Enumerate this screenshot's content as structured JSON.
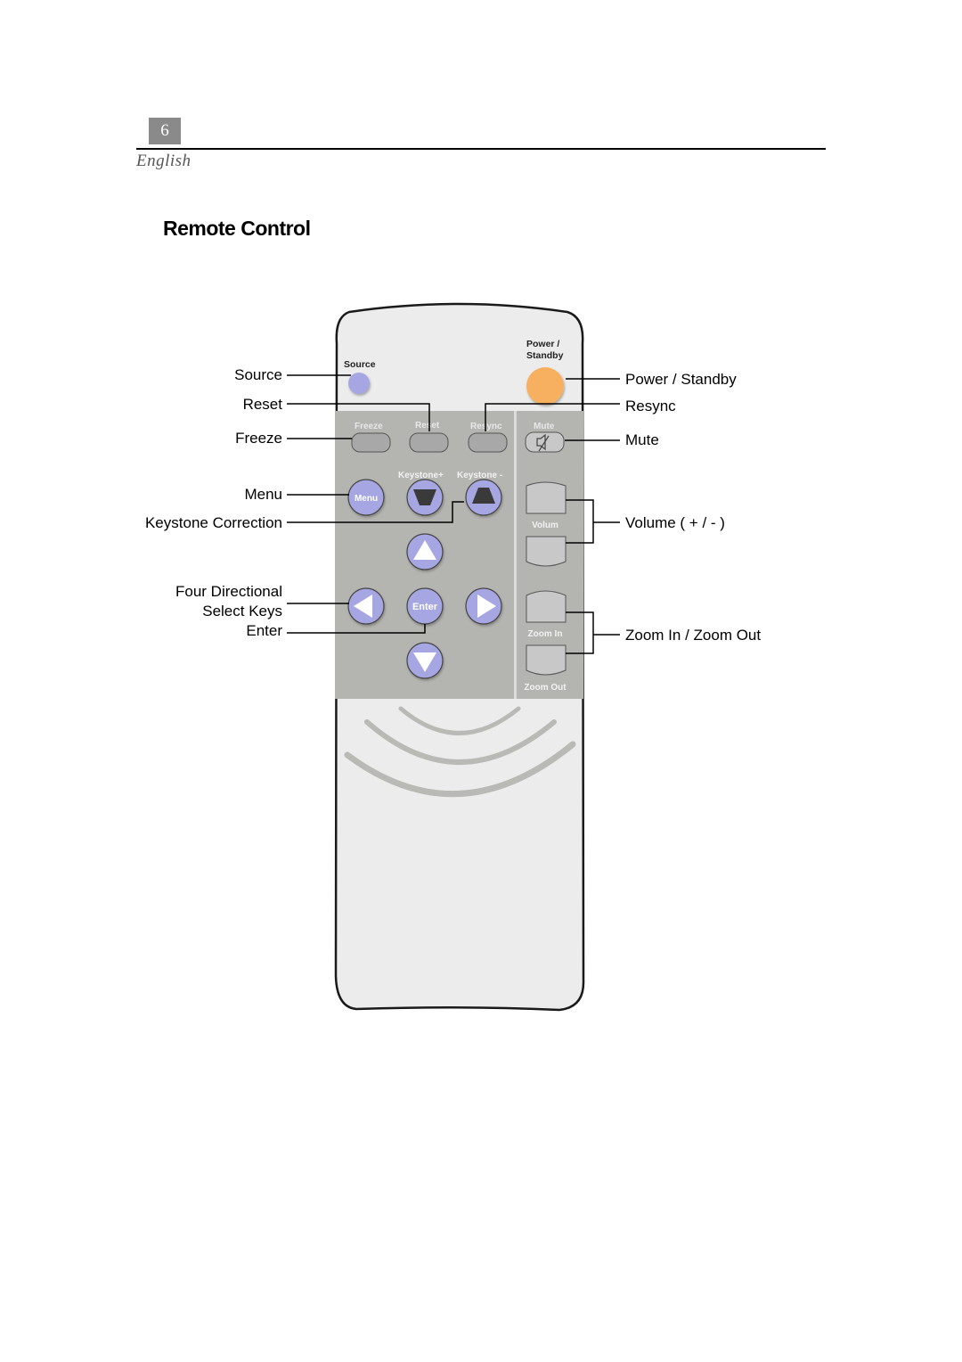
{
  "page": {
    "number": "6",
    "language": "English",
    "title": "Remote Control"
  },
  "callouts": {
    "source": "Source",
    "reset": "Reset",
    "freeze": "Freeze",
    "menu": "Menu",
    "keystone_correction": "Keystone Correction",
    "four_directional_1": "Four Directional",
    "four_directional_2": "Select Keys",
    "enter": "Enter",
    "power_standby": "Power / Standby",
    "resync": "Resync",
    "mute": "Mute",
    "volume": "Volume ( + / - )",
    "zoom": "Zoom In / Zoom Out"
  },
  "remote_labels": {
    "source": "Source",
    "power_1": "Power /",
    "power_2": "Standby",
    "freeze": "Freeze",
    "reset": "Reset",
    "resync": "Resync",
    "mute": "Mute",
    "keystone_plus": "Keystone+",
    "keystone_minus": "Keystone -",
    "menu": "Menu",
    "enter": "Enter",
    "volume": "Volum",
    "zoom_in": "Zoom In",
    "zoom_out": "Zoom Out"
  },
  "colors": {
    "body": "#ececec",
    "panel": "#b4b4b0",
    "button_blue": "#a6a6e2",
    "power_orange": "#f7b060",
    "button_gray": "#c8c8c8"
  }
}
